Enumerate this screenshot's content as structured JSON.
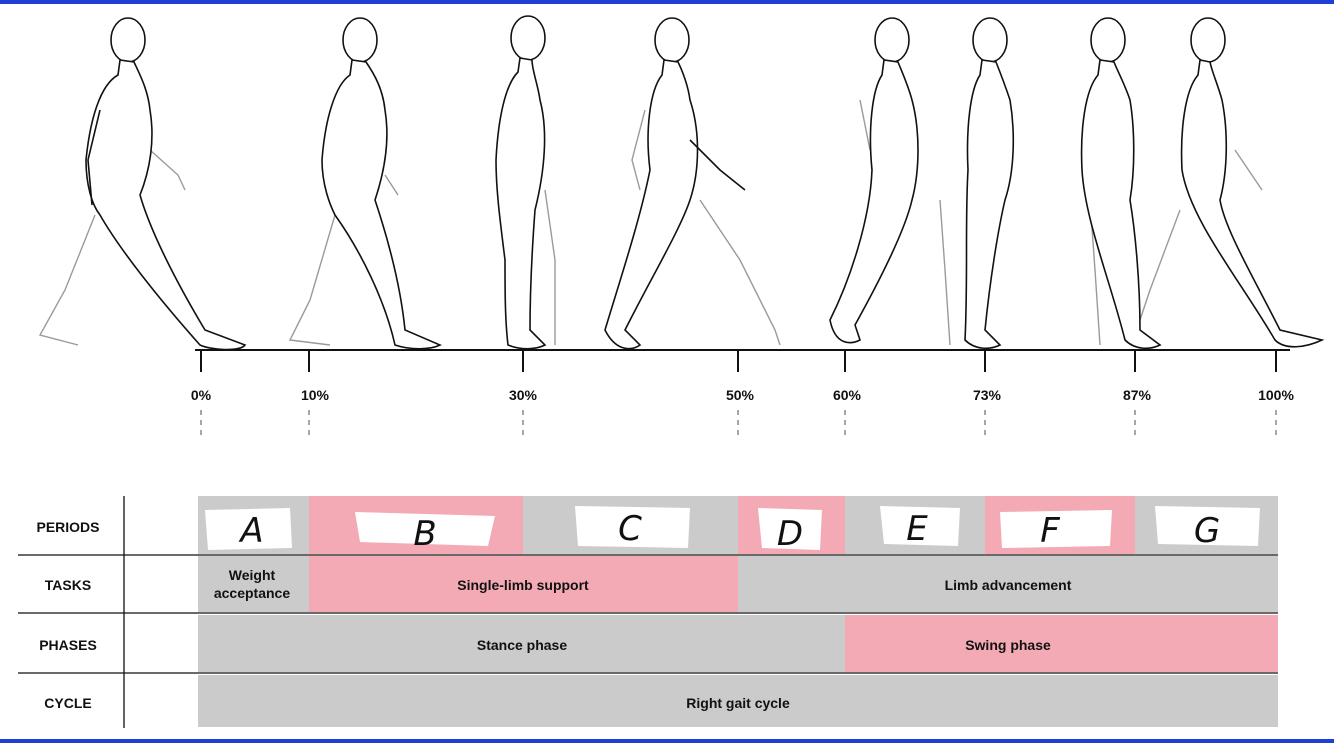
{
  "colors": {
    "frame": "#1e3fd6",
    "gray": "#cbcbcb",
    "pink": "#f4aab4",
    "ink": "#111111"
  },
  "percent_marks": [
    "0%",
    "10%",
    "30%",
    "50%",
    "60%",
    "73%",
    "87%",
    "100%"
  ],
  "row_labels": {
    "periods": "PERIODS",
    "tasks": "TASKS",
    "phases": "PHASES",
    "cycle": "CYCLE"
  },
  "periods": [
    "A",
    "B",
    "C",
    "D",
    "E",
    "F",
    "G"
  ],
  "tasks": {
    "weight_line1": "Weight",
    "weight_line2": "acceptance",
    "single_limb": "Single-limb support",
    "limb_adv": "Limb advancement"
  },
  "phases": {
    "stance": "Stance phase",
    "swing": "Swing phase"
  },
  "cycle": {
    "label": "Right gait cycle"
  }
}
